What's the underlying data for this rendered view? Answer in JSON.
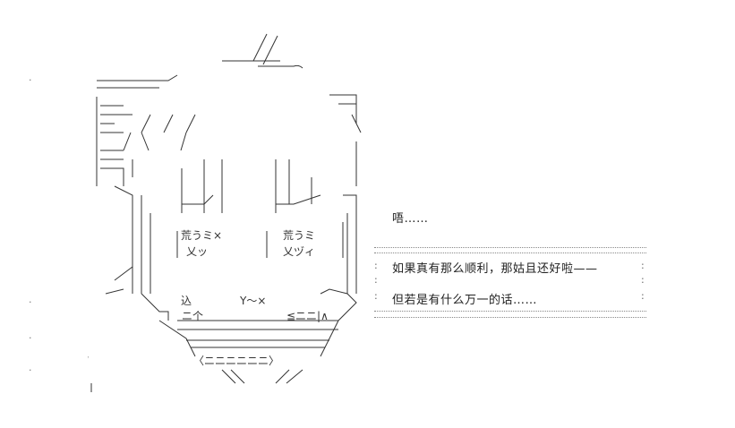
{
  "dialogue": {
    "line_0": "唔……",
    "line_1": "如果真有那么顺利，那姑且还好啦——",
    "line_2": "但若是有什么万一的话……"
  },
  "art_text": {
    "t1": "荒うミ×",
    "t2": "乂ッ",
    "t3": "荒うミ",
    "t4": "乂ヅィ",
    "t5": "込",
    "t6": "Y〜×",
    "t7": "≦ニニ|∧",
    "t8": "ニ个",
    "t9": "〈ニニニニニニ〉"
  },
  "colors": {
    "ink": "#222222",
    "background": "#ffffff",
    "dots": "#888888"
  }
}
